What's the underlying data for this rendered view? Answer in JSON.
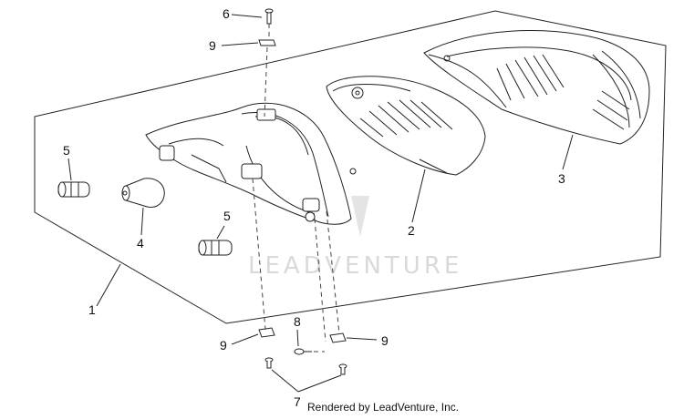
{
  "watermark": "LEADVENTURE",
  "credit": "Rendered by LeadVenture, Inc.",
  "callouts": [
    {
      "id": "c6",
      "text": "6"
    },
    {
      "id": "c9a",
      "text": "9"
    },
    {
      "id": "c3",
      "text": "3"
    },
    {
      "id": "c2",
      "text": "2"
    },
    {
      "id": "c5a",
      "text": "5"
    },
    {
      "id": "c4",
      "text": "4"
    },
    {
      "id": "c5b",
      "text": "5"
    },
    {
      "id": "c1",
      "text": "1"
    },
    {
      "id": "c8",
      "text": "8"
    },
    {
      "id": "c9b",
      "text": "9"
    },
    {
      "id": "c9c",
      "text": "9"
    },
    {
      "id": "c7",
      "text": "7"
    }
  ],
  "colors": {
    "line": "#222222",
    "watermark": "#d9d9d9"
  }
}
